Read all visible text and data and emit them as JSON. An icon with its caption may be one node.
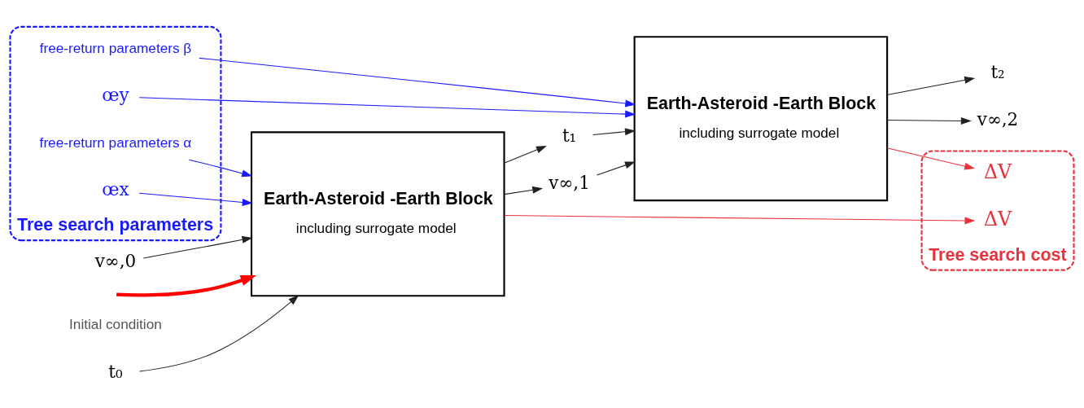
{
  "diagram": {
    "nodes": [
      {
        "text": [
          "t₀"
        ]
      },
      {
        "text": [
          "v∞,0"
        ]
      },
      {
        "text": [
          "Tree search parameters"
        ]
      },
      {
        "text": [
          "free-return parameters α"
        ],
        "in": 2
      },
      {
        "text": [
          "œx"
        ],
        "in": 2
      },
      {
        "text": [
          "Earth-Asteroid -Earth Block",
          "including surrogate model"
        ]
      },
      {
        "text": [
          "t₁"
        ]
      },
      {
        "text": [
          "v∞,1"
        ]
      },
      {
        "text": [
          "free-return parameters β"
        ],
        "in": 2
      },
      {
        "text": [
          "œy"
        ],
        "in": 2
      },
      {
        "text": [
          "Earth-Asteroid -Earth Block",
          "including surrogate model"
        ]
      },
      {
        "text": [
          "t₂"
        ]
      },
      {
        "text": [
          "v∞,2"
        ]
      },
      {
        "text": [
          "Tree search cost"
        ]
      },
      {
        "text": [
          "ΔV"
        ],
        "in": 13
      },
      {
        "text": [
          "ΔV"
        ],
        "in": 13
      }
    ],
    "edges": [
      {
        "from": 0,
        "to": 5,
        "arrow": "to"
      },
      {
        "from": 1,
        "to": 5,
        "arrow": "to"
      },
      {
        "from": 3,
        "to": 5,
        "arrow": "to",
        "color": "#1a1aff"
      },
      {
        "from": 4,
        "to": 5,
        "arrow": "to",
        "color": "#1a1aff"
      },
      {
        "from": 5,
        "to": 6,
        "arrow": "to"
      },
      {
        "from": 5,
        "to": 7,
        "arrow": "to"
      },
      {
        "from": 6,
        "to": 10,
        "arrow": "to"
      },
      {
        "from": 7,
        "to": 10,
        "arrow": "to"
      },
      {
        "from": 8,
        "to": 10,
        "arrow": "to",
        "color": "#1a1aff"
      },
      {
        "from": 9,
        "to": 10,
        "arrow": "to",
        "color": "#1a1aff"
      },
      {
        "from": 10,
        "to": 11,
        "arrow": "to"
      },
      {
        "from": 10,
        "to": 12,
        "arrow": "to"
      },
      {
        "from": 5,
        "to": 14,
        "arrow": "to",
        "color": "#e8323c"
      },
      {
        "from": 10,
        "to": 15,
        "arrow": "to",
        "color": "#e8323c"
      },
      {
        "from": null,
        "to": 5,
        "arrow": "to",
        "style": "thick",
        "color": "#ff0000"
      }
    ],
    "labels": [
      "Initial condition"
    ]
  }
}
